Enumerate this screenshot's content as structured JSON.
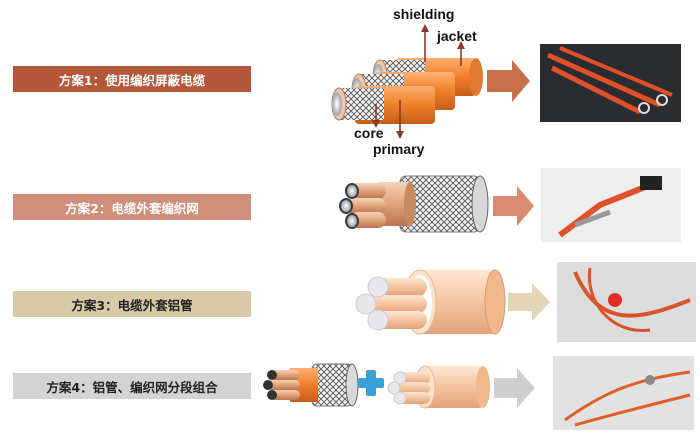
{
  "schemes": [
    {
      "label": "方案1：使用编织屏蔽电缆",
      "color": "#b5573a"
    },
    {
      "label": "方案2：电缆外套编织网",
      "color": "#cf8e7a"
    },
    {
      "label": "方案3：电缆外套铝管",
      "color": "#d9c9a6"
    },
    {
      "label": "方案4：铝管、编织网分段组合",
      "color": "#d3d3d3"
    }
  ],
  "callouts": {
    "shielding": "shielding",
    "jacket": "jacket",
    "core": "core",
    "primary": "primary"
  },
  "colors": {
    "cable_orange": "#f08a3a",
    "copper": "#d89a6a",
    "braid": "#c8c8c8",
    "arrow1": "#c9704a",
    "arrow2": "#d98a70",
    "arrow3": "#e3d5b5",
    "arrow4": "#cfcfcf",
    "plus": "#3aa0d8"
  },
  "icons": [
    "cable-cross-section",
    "right-arrow",
    "plus-icon",
    "photo"
  ]
}
